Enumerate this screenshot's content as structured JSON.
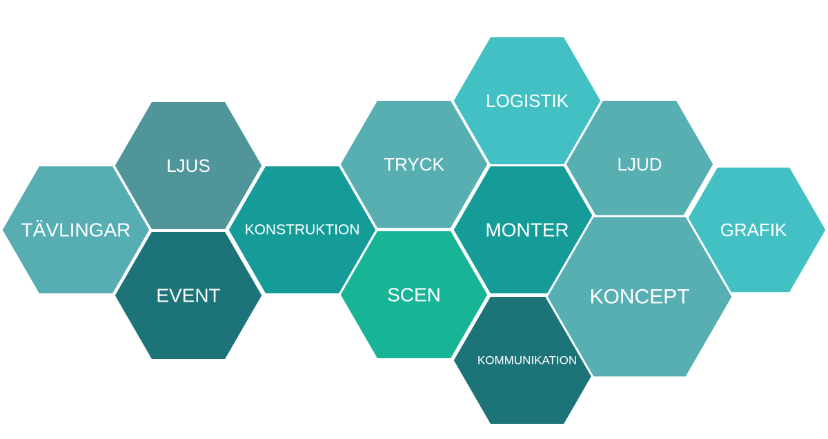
{
  "hexagons": [
    {
      "id": "tavlingar",
      "label": "TÄVLINGAR",
      "color": "#56AEB2"
    },
    {
      "id": "ljus",
      "label": "LJUS",
      "color": "#4F9599"
    },
    {
      "id": "event",
      "label": "EVENT",
      "color": "#1D7478"
    },
    {
      "id": "konstruktion",
      "label": "KONSTRUKTION",
      "color": "#159C98"
    },
    {
      "id": "tryck",
      "label": "TRYCK",
      "color": "#57AFB2"
    },
    {
      "id": "scen",
      "label": "SCEN",
      "color": "#17B596"
    },
    {
      "id": "logistik",
      "label": "LOGISTIK",
      "color": "#43C0C4"
    },
    {
      "id": "monter",
      "label": "MONTER",
      "color": "#159C98"
    },
    {
      "id": "kommunikation",
      "label": "KOMMUNIKATION",
      "color": "#1D7478"
    },
    {
      "id": "ljud",
      "label": "LJUD",
      "color": "#57AFB2"
    },
    {
      "id": "koncept",
      "label": "KONCEPT",
      "color": "#57AFB2"
    },
    {
      "id": "grafik",
      "label": "GRAFIK",
      "color": "#43C0C4"
    }
  ]
}
